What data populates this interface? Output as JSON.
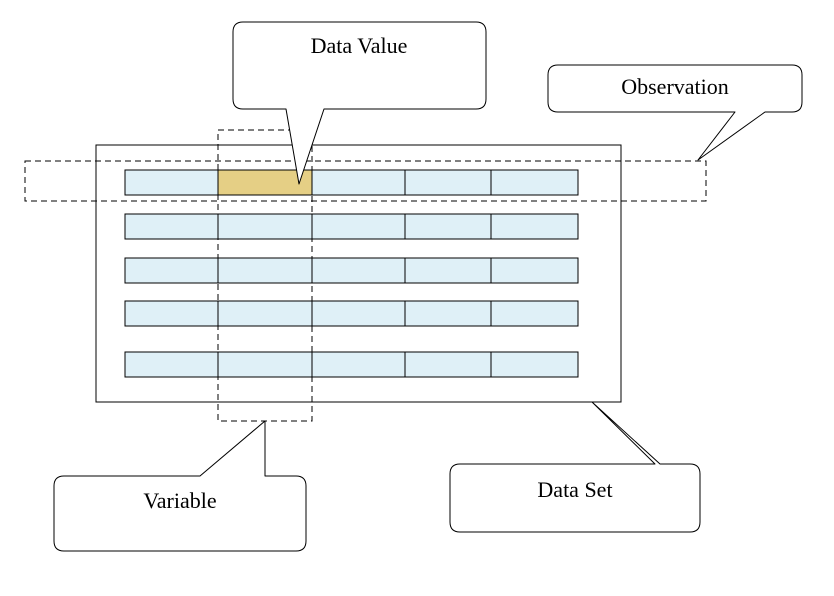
{
  "labels": {
    "data_value": "Data Value",
    "observation": "Observation",
    "variable": "Variable",
    "data_set": "Data Set"
  },
  "table": {
    "rows": 5,
    "columns": 5,
    "highlight": {
      "row": 0,
      "column": 1
    },
    "colors": {
      "cell": "#dff0f7",
      "highlight": "#e5cf85",
      "stroke": "#000000"
    }
  }
}
